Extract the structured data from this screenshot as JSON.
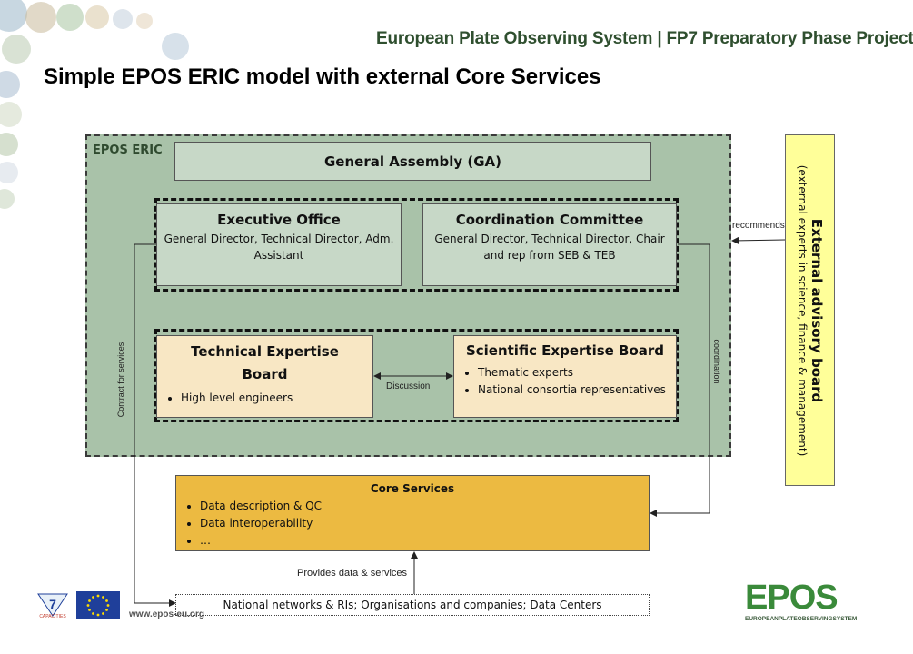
{
  "header": {
    "project_title": "European Plate Observing System | FP7 Preparatory Phase Project",
    "page_title": "Simple EPOS ERIC model with external Core Services"
  },
  "eric": {
    "label": "EPOS ERIC",
    "general_assembly": "General Assembly (GA)",
    "executive_office": {
      "title": "Executive Office",
      "members": "General Director, Technical Director, Adm. Assistant"
    },
    "coordination_committee": {
      "title": "Coordination Committee",
      "members": "General Director, Technical Director, Chair  and rep from SEB & TEB"
    },
    "technical_board": {
      "title": "Technical Expertise Board",
      "items": [
        "High level engineers"
      ]
    },
    "scientific_board": {
      "title": "Scientific Expertise Board",
      "items": [
        "Thematic experts",
        "National consortia representatives"
      ]
    }
  },
  "core_services": {
    "title": "Core Services",
    "items": [
      "Data description & QC",
      "Data interoperability",
      "…"
    ]
  },
  "national": "National networks & RIs; Organisations and companies; Data Centers",
  "external_board": {
    "title": "External advisory board",
    "subtitle": "(external experts in science, finance & management)"
  },
  "connectors": {
    "recommends": "recommends",
    "coordination": "coordination",
    "discussion": "Discussion",
    "contract": "Contract for  services",
    "provides": "Provides data & services"
  },
  "footer": {
    "url": "www.epos-eu.org",
    "logo_word": "EPOS",
    "logo_tagline": "EUROPEANPLATEOBSERVINGSYSTEM",
    "fp7_label": "CAPACITIES"
  },
  "colors": {
    "eric_bg": "#a9c2a9",
    "box_green": "#c7d8c7",
    "board_tan": "#f8e7c4",
    "core_gold": "#ecba41",
    "external_yellow": "#ffff99",
    "title_green": "#2f4f2f"
  }
}
